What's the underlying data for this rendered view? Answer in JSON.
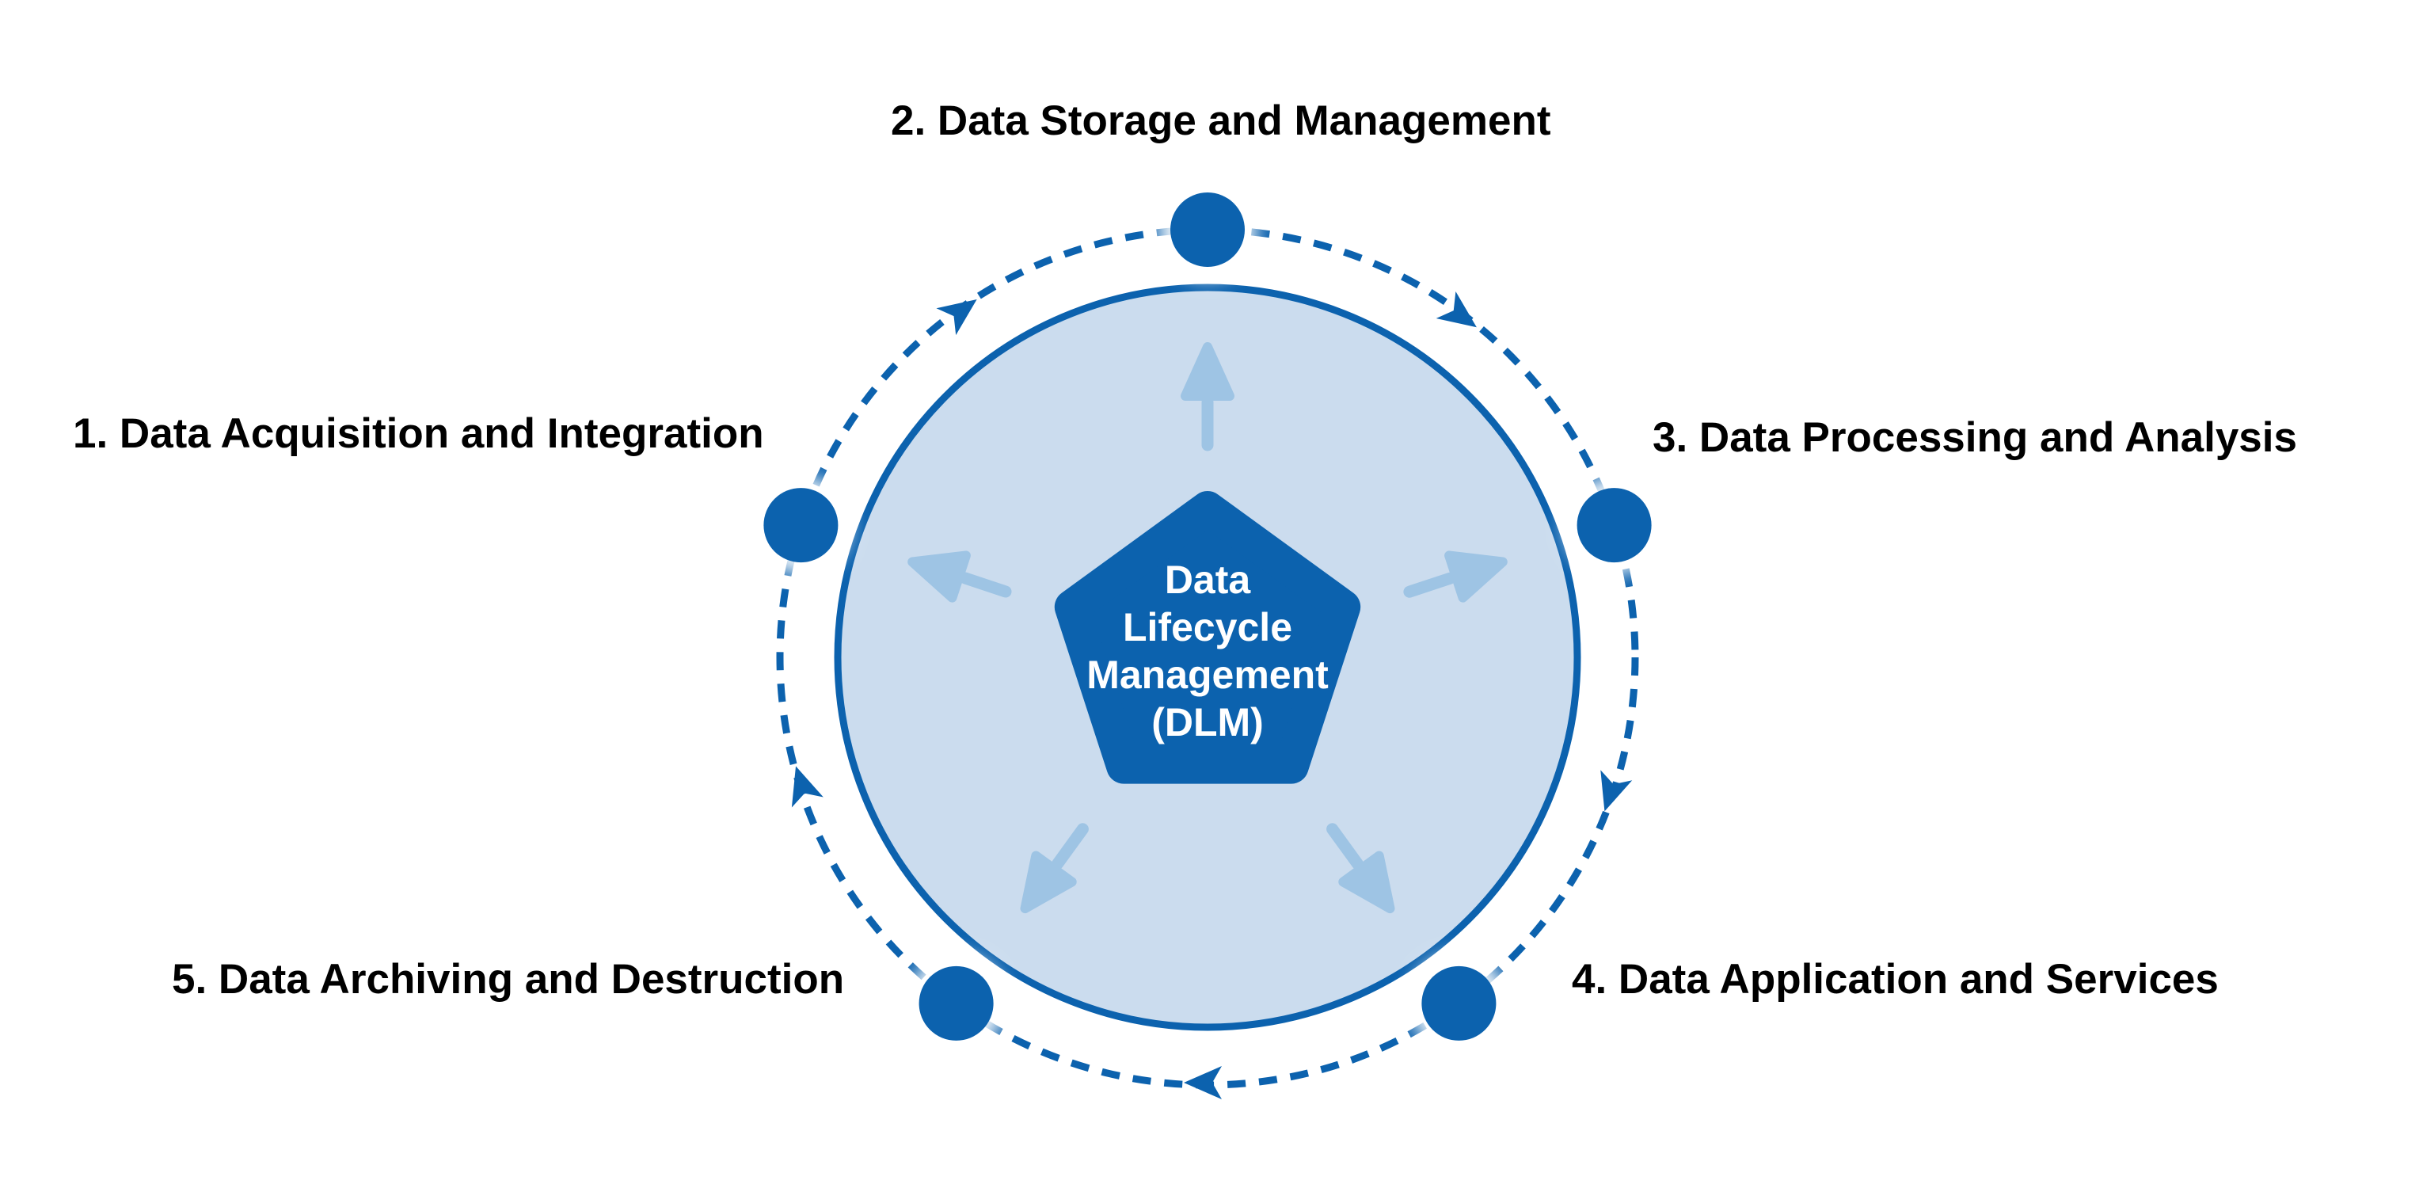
{
  "diagram_title": "Data Lifecycle Management (DLM)",
  "colors": {
    "primary_blue": "#0C62AE",
    "light_blue_fill": "#CBDCEE",
    "arrow_blue": "#9EC4E4",
    "label_text": "#000000",
    "center_text": "#FFFFFF",
    "page_bg": "#FFFFFF"
  },
  "center": {
    "lines": [
      "Data",
      "Lifecycle",
      "Management",
      "(DLM)"
    ]
  },
  "stages": [
    {
      "label": "1. Data Acquisition and Integration",
      "position": "left"
    },
    {
      "label": "2. Data Storage and Management",
      "position": "top"
    },
    {
      "label": "3. Data Processing and Analysis",
      "position": "right"
    },
    {
      "label": "4. Data Application and Services",
      "position": "bottom-right"
    },
    {
      "label": "5. Data Archiving and Destruction",
      "position": "bottom-left"
    }
  ],
  "flow": {
    "direction": "clockwise",
    "node_count": 5
  }
}
